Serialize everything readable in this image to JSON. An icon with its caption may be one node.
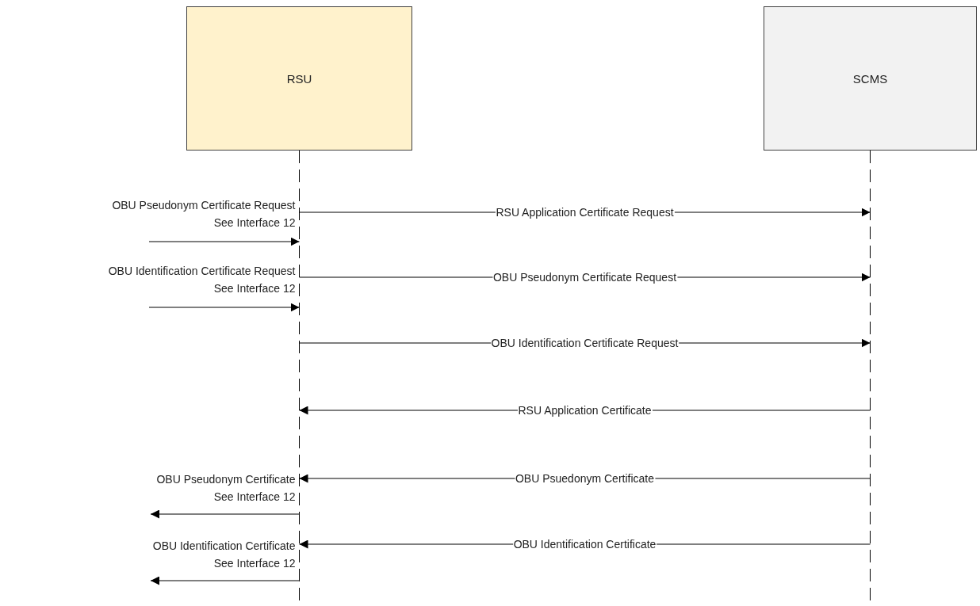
{
  "diagram": {
    "nodes": [
      {
        "text": [
          "RSU"
        ]
      },
      {
        "text": [
          "SCMS"
        ]
      }
    ],
    "edges": [
      {
        "from": 0,
        "to": 1,
        "arrow": "to",
        "label": "RSU Application Certificate Request"
      },
      {
        "from": null,
        "to": 0,
        "arrow": "to",
        "label": "OBU Pseudonym Certificate Request See Interface 12"
      },
      {
        "from": 0,
        "to": 1,
        "arrow": "to",
        "label": "OBU Pseudonym Certificate Request"
      },
      {
        "from": null,
        "to": 0,
        "arrow": "to",
        "label": "OBU Identification Certificate Request See Interface 12"
      },
      {
        "from": 0,
        "to": 1,
        "arrow": "to",
        "label": "OBU Identification Certificate Request"
      },
      {
        "from": 1,
        "to": 0,
        "arrow": "to",
        "label": "RSU Application Certificate"
      },
      {
        "from": 1,
        "to": 0,
        "arrow": "to",
        "label": "OBU Psuedonym Certificate"
      },
      {
        "from": 0,
        "to": null,
        "arrow": "to",
        "label": "OBU Pseudonym Certificate See Interface 12"
      },
      {
        "from": 1,
        "to": 0,
        "arrow": "to",
        "label": "OBU Identification Certificate"
      },
      {
        "from": 0,
        "to": null,
        "arrow": "to",
        "label": "OBU Identification Certificate See Interface 12"
      }
    ]
  }
}
